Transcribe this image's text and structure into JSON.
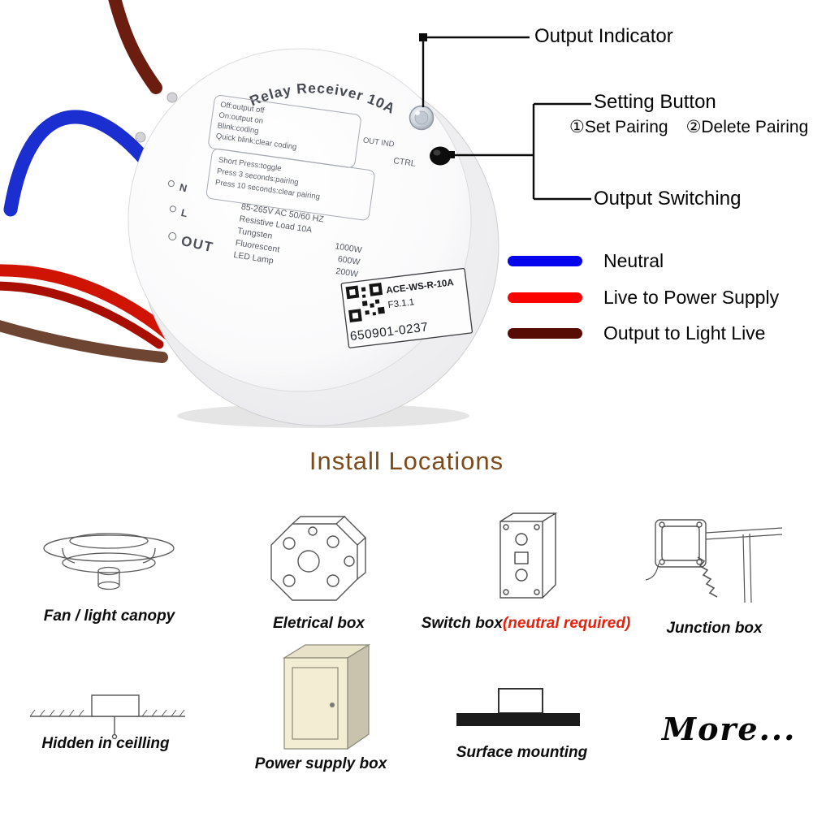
{
  "callouts": {
    "output_indicator": "Output Indicator",
    "setting_button": "Setting Button",
    "set_pairing": "①Set Pairing",
    "delete_pairing": "②Delete Pairing",
    "output_switching": "Output Switching"
  },
  "legend": {
    "items": [
      {
        "color": "#0404ee",
        "label": "Neutral"
      },
      {
        "color": "#fb0200",
        "label": "Live to Power Supply"
      },
      {
        "color": "#570c04",
        "label": "Output to Light Live"
      }
    ]
  },
  "device": {
    "title": "Relay Receiver 10A",
    "indicator_states": [
      "Off:output off",
      "On:output on",
      "Blink:coding",
      "Quick blink:clear coding"
    ],
    "out_ind_label": "OUT IND",
    "ctrl_label": "CTRL",
    "button_actions": [
      "Short Press:toggle",
      "Press 3 seconds:pairing",
      "Press 10 seconds:clear pairing"
    ],
    "terminals": [
      "N",
      "L",
      "OUT"
    ],
    "specs": [
      {
        "label": "85-265V AC  50/60 HZ",
        "value": ""
      },
      {
        "label": "Resistive Load 10A",
        "value": ""
      },
      {
        "label": "Tungsten",
        "value": "1000W"
      },
      {
        "label": "Fluorescent",
        "value": "600W"
      },
      {
        "label": "LED Lamp",
        "value": "200W"
      }
    ],
    "sticker": {
      "model": "ACE-WS-R-10A",
      "version": "F3.1.1",
      "serial": "650901-0237"
    }
  },
  "install": {
    "heading": "Install Locations",
    "items": [
      {
        "label": "Fan / light canopy"
      },
      {
        "label": "Eletrical box"
      },
      {
        "label": "Switch box",
        "note": "(neutral required)"
      },
      {
        "label": "Junction box"
      },
      {
        "label": "Hidden in ceilling"
      },
      {
        "label": "Power supply box"
      },
      {
        "label": "Surface mounting"
      }
    ],
    "more_label": "More..."
  }
}
